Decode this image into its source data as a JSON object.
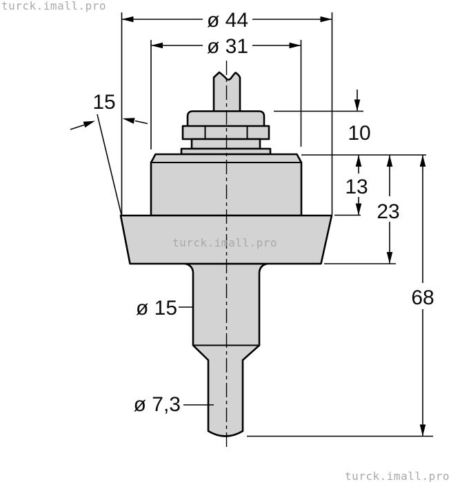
{
  "watermarks": {
    "top_left": "turck.imall.pro",
    "center": "turck.imall.pro",
    "bottom_right": "turck.imall.pro"
  },
  "dimensions": {
    "flange_diameter": "ø 44",
    "body_diameter": "ø 31",
    "taper_angle": "15",
    "head_height": "10",
    "body_height": "13",
    "flange_depth": "23",
    "total_length": "68",
    "stem_diameter": "ø 15",
    "tip_diameter": "ø 7,3"
  },
  "colors": {
    "part_fill": "#d3d3d3",
    "line": "#000000",
    "watermark": "#a8a8a8",
    "background": "#ffffff"
  }
}
